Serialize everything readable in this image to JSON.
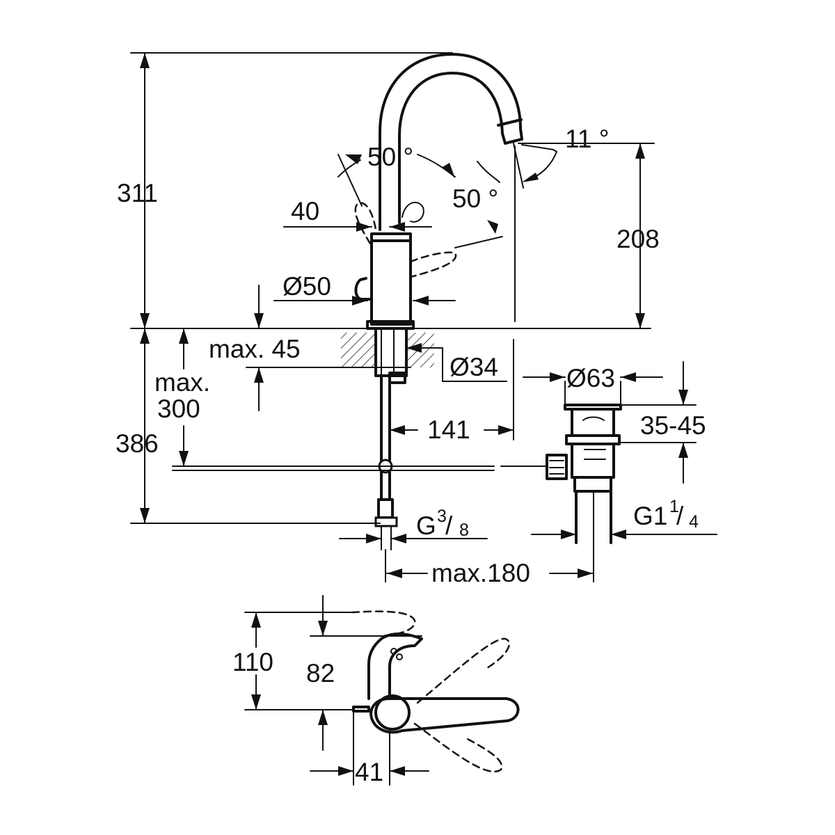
{
  "dimensions": {
    "height_total": "311",
    "angle_left": "50 °",
    "angle_right": "50 °",
    "angle_spout": "11 °",
    "handle_offset": "40",
    "spout_height": "208",
    "base_diameter": "Ø50",
    "max_thickness": "max. 45",
    "shank_diameter": "Ø34",
    "max_300_line1": "max.",
    "max_300_line2": "300",
    "below_height": "386",
    "spout_reach": "141",
    "waste_diameter": "Ø63",
    "waste_range": "35-45",
    "thread_small_base": "G",
    "thread_small_num": "3",
    "thread_small_den": "8",
    "thread_large_base": "G1",
    "thread_large_num": "1",
    "thread_large_den": "4",
    "max_180": "max.180",
    "top_view_depth": "110",
    "top_view_82": "82",
    "top_view_41": "41"
  },
  "colors": {
    "line": "#111111",
    "background": "#ffffff"
  }
}
